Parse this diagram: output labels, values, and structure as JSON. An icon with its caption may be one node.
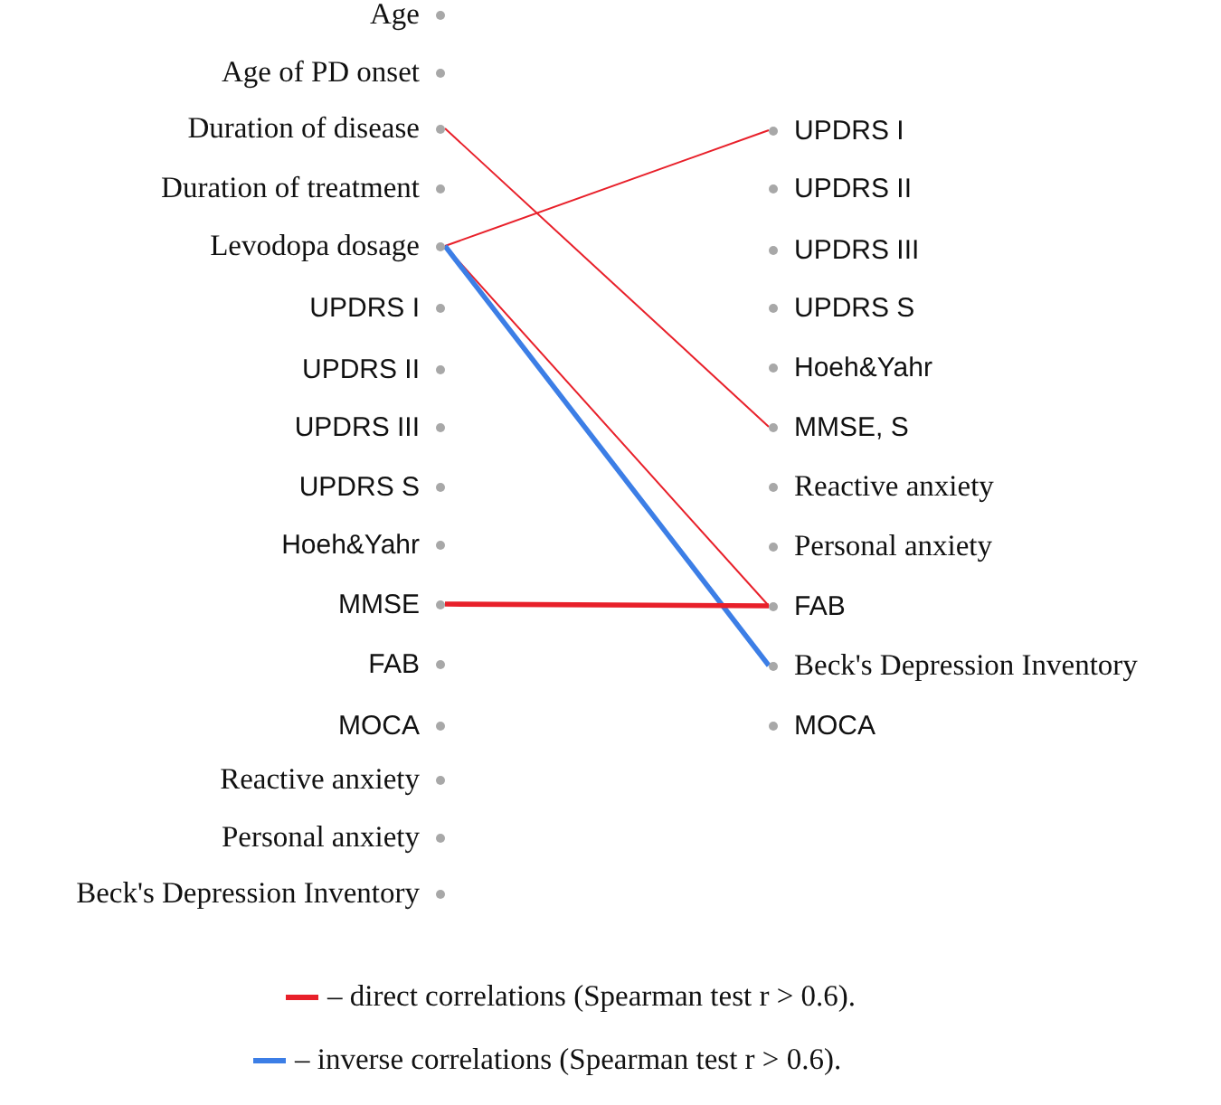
{
  "diagram": {
    "nodes": [
      {
        "text": [
          "Age"
        ]
      },
      {
        "text": [
          "Age of PD onset"
        ]
      },
      {
        "text": [
          "Duration of disease"
        ]
      },
      {
        "text": [
          "Duration of treatment"
        ]
      },
      {
        "text": [
          "Levodopa dosage"
        ]
      },
      {
        "text": [
          "UPDRS I"
        ]
      },
      {
        "text": [
          "UPDRS II"
        ]
      },
      {
        "text": [
          "UPDRS III"
        ]
      },
      {
        "text": [
          "UPDRS S"
        ]
      },
      {
        "text": [
          "Hoeh&Yahr"
        ]
      },
      {
        "text": [
          "MMSE"
        ]
      },
      {
        "text": [
          "FAB"
        ]
      },
      {
        "text": [
          "MOCA"
        ]
      },
      {
        "text": [
          "Reactive anxiety"
        ]
      },
      {
        "text": [
          "Personal anxiety"
        ]
      },
      {
        "text": [
          "Beck's Depression Inventory"
        ]
      },
      {
        "text": [
          "UPDRS I"
        ]
      },
      {
        "text": [
          "UPDRS II"
        ]
      },
      {
        "text": [
          "UPDRS III"
        ]
      },
      {
        "text": [
          "UPDRS S"
        ]
      },
      {
        "text": [
          "Hoeh&Yahr"
        ]
      },
      {
        "text": [
          "MMSE, S"
        ]
      },
      {
        "text": [
          "Reactive anxiety"
        ]
      },
      {
        "text": [
          "Personal anxiety"
        ]
      },
      {
        "text": [
          "FAB"
        ]
      },
      {
        "text": [
          "Beck's Depression Inventory"
        ]
      },
      {
        "text": [
          "MOCA"
        ]
      }
    ],
    "edges": [
      {
        "from": 2,
        "to": 21,
        "arrow": "none"
      },
      {
        "from": 4,
        "to": 16,
        "arrow": "none"
      },
      {
        "from": 4,
        "to": 24,
        "arrow": "none"
      },
      {
        "from": 4,
        "to": 25,
        "arrow": "none",
        "style": "thick",
        "color": "#3c7ee6"
      },
      {
        "from": 10,
        "to": 24,
        "arrow": "none",
        "style": "thick"
      }
    ],
    "legend": [
      {
        "text": "– direct correlations (Spearman test r > 0.6).",
        "color": "#e8202a"
      },
      {
        "text": "– inverse correlations (Spearman test r > 0.6).",
        "color": "#3c7ee6"
      }
    ]
  }
}
